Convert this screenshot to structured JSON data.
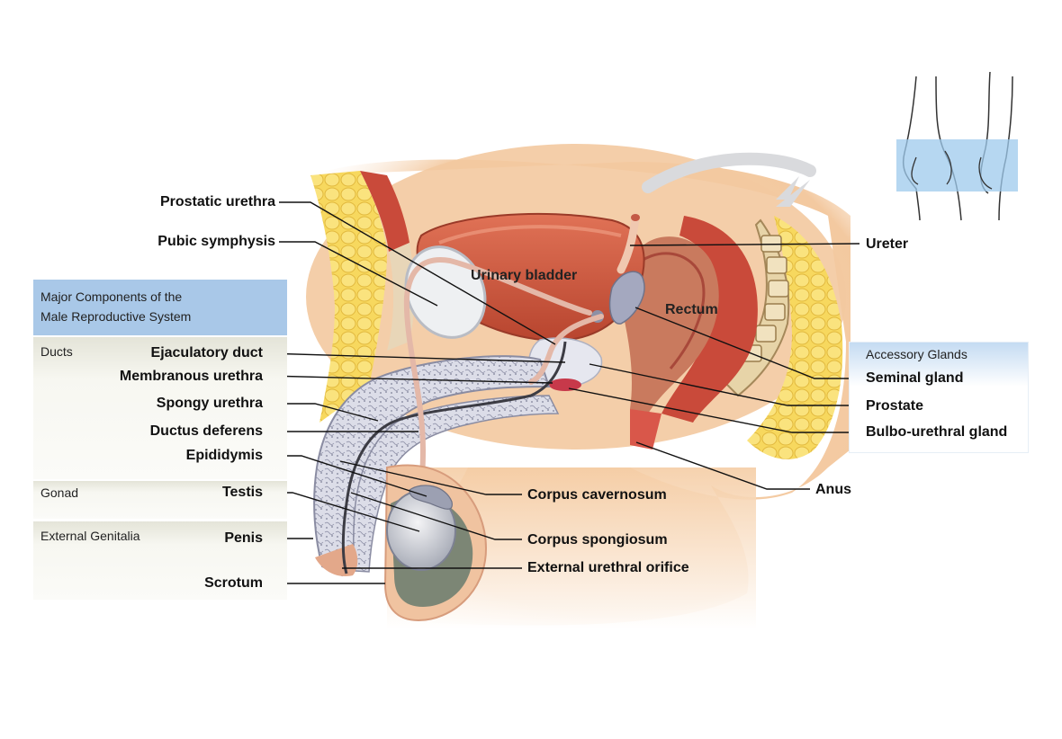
{
  "figure": {
    "labels_left": [
      {
        "key": "prostatic-urethra",
        "text": "Prostatic urethra"
      },
      {
        "key": "pubic-symphysis",
        "text": "Pubic symphysis"
      },
      {
        "key": "ejaculatory-duct",
        "text": "Ejaculatory duct"
      },
      {
        "key": "membranous-urethra",
        "text": "Membranous urethra"
      },
      {
        "key": "spongy-urethra",
        "text": "Spongy urethra"
      },
      {
        "key": "ductus-deferens",
        "text": "Ductus deferens"
      },
      {
        "key": "epididymis",
        "text": "Epididymis"
      },
      {
        "key": "testis",
        "text": "Testis"
      },
      {
        "key": "penis",
        "text": "Penis"
      },
      {
        "key": "scrotum",
        "text": "Scrotum"
      }
    ],
    "labels_right": [
      {
        "key": "ureter",
        "text": "Ureter"
      },
      {
        "key": "seminal-gland",
        "text": "Seminal gland"
      },
      {
        "key": "prostate",
        "text": "Prostate"
      },
      {
        "key": "bulbo-urethral-gland",
        "text": "Bulbo-urethral gland"
      },
      {
        "key": "anus",
        "text": "Anus"
      }
    ],
    "labels_bottom": [
      {
        "key": "corpus-cavernosum",
        "text": "Corpus cavernosum"
      },
      {
        "key": "corpus-spongiosum",
        "text": "Corpus spongiosum"
      },
      {
        "key": "external-urethral-orifice",
        "text": "External urethral orifice"
      }
    ],
    "organ_labels": {
      "urinary_bladder": "Urinary bladder",
      "rectum": "Rectum"
    }
  },
  "components_box": {
    "title_line1": "Major Components of the",
    "title_line2": "Male Reproductive System",
    "groups": [
      {
        "key": "ducts",
        "text": "Ducts"
      },
      {
        "key": "gonad",
        "text": "Gonad"
      },
      {
        "key": "external-genitalia",
        "text": "External Genitalia"
      }
    ]
  },
  "accessory_box": {
    "title": "Accessory Glands"
  },
  "colors": {
    "box_header": "#a9c8e8",
    "skin": "#f3c9a0",
    "muscle": "#c94a3a",
    "fat": "#f6d65a",
    "bladder": "#c9573f",
    "erectile": "#d9dbe6"
  }
}
